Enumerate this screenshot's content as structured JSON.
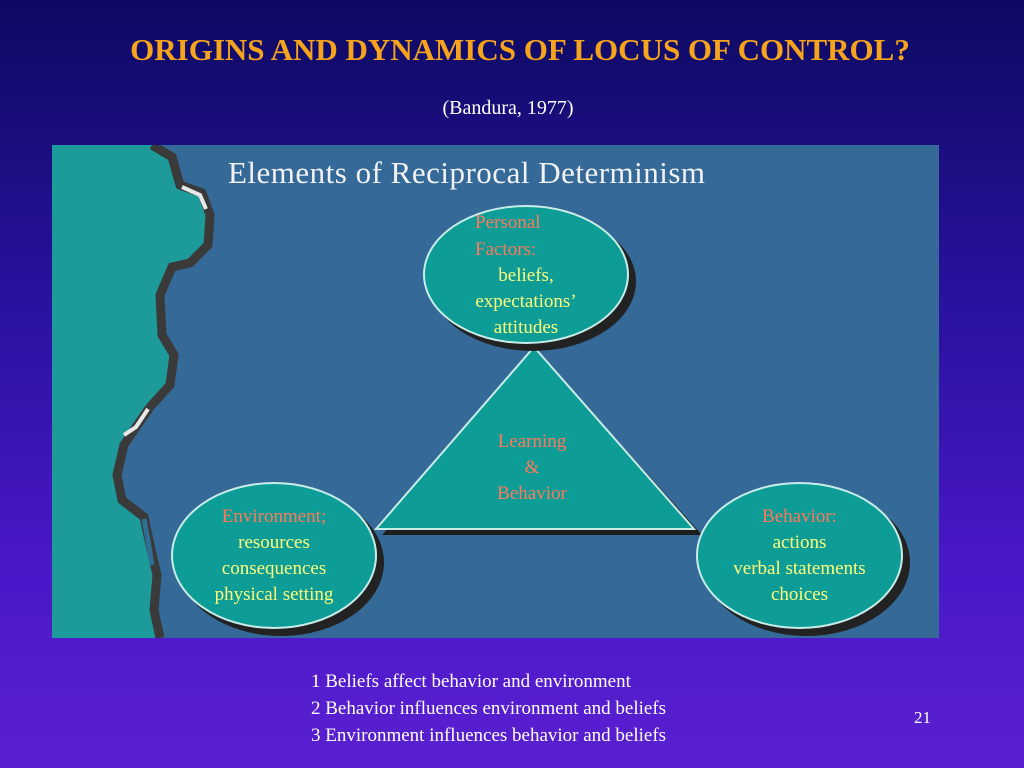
{
  "slide": {
    "title": "ORIGINS AND DYNAMICS OF LOCUS OF CONTROL?",
    "subtitle": "(Bandura, 1977)",
    "page_number": "21"
  },
  "diagram": {
    "title": "Elements of Reciprocal Determinism",
    "center": {
      "lines": [
        "Learning",
        "&",
        "Behavior"
      ]
    },
    "nodes": {
      "personal": {
        "heading": [
          "Personal",
          "Factors:"
        ],
        "items": [
          "beliefs,",
          "expectations’",
          "attitudes"
        ]
      },
      "environment": {
        "heading": [
          "Environment;"
        ],
        "items": [
          "resources",
          "consequences",
          "physical setting"
        ]
      },
      "behavior": {
        "heading": [
          "Behavior:"
        ],
        "items": [
          "actions",
          "verbal statements",
          "choices"
        ]
      }
    }
  },
  "notes": [
    "1  Beliefs affect behavior and environment",
    "2  Behavior influences environment and beliefs",
    "3  Environment influences behavior and beliefs"
  ],
  "colors": {
    "title": "#f6a41c",
    "panel": "#356a98",
    "node_fill": "#0d9c96",
    "node_heading": "#ff7a5a",
    "node_items": "#ffff7a"
  }
}
